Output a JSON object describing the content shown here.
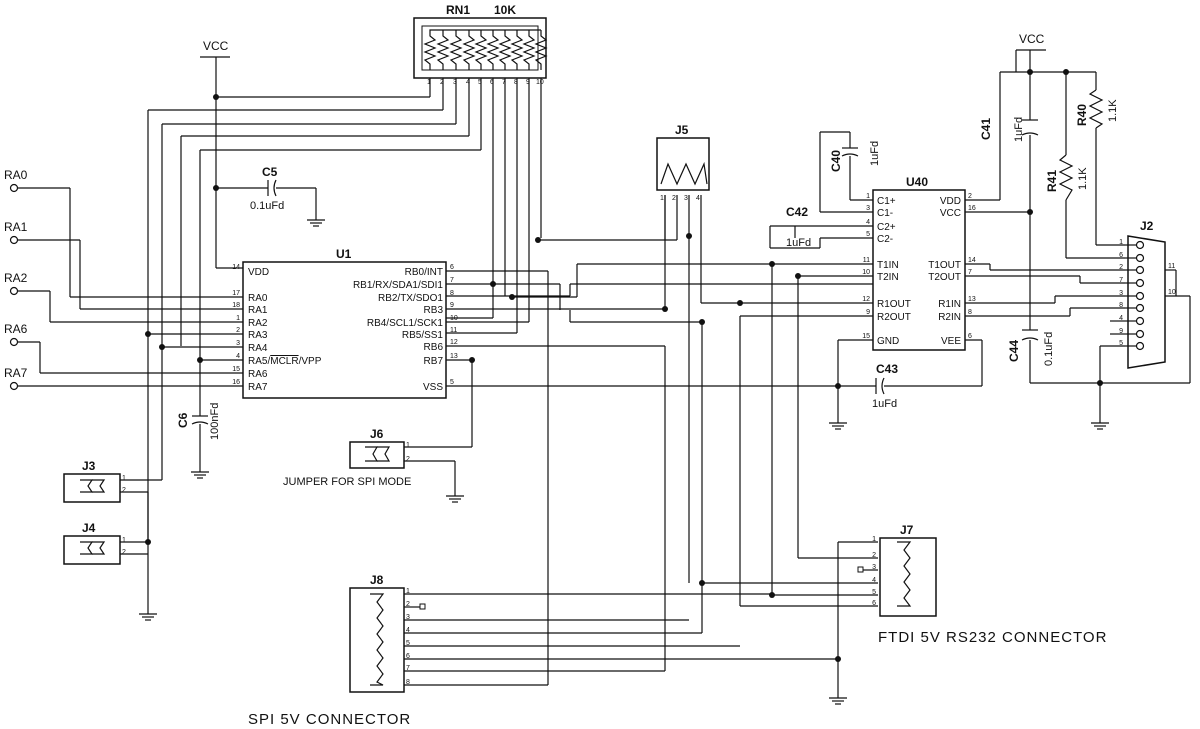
{
  "power": {
    "vcc": "VCC"
  },
  "signals": {
    "ra0": "RA0",
    "ra1": "RA1",
    "ra2": "RA2",
    "ra6": "RA6",
    "ra7": "RA7"
  },
  "rn1": {
    "ref": "RN1",
    "value": "10K",
    "pins": [
      "1",
      "2",
      "3",
      "4",
      "5",
      "6",
      "7",
      "8",
      "9",
      "10"
    ]
  },
  "u1": {
    "ref": "U1",
    "left_pins": [
      {
        "num": "14",
        "label": "VDD"
      },
      {
        "num": "17",
        "label": "RA0"
      },
      {
        "num": "18",
        "label": "RA1"
      },
      {
        "num": "1",
        "label": "RA2"
      },
      {
        "num": "2",
        "label": "RA3"
      },
      {
        "num": "3",
        "label": "RA4"
      },
      {
        "num": "4",
        "label": "RA5/MCLR/VPP"
      },
      {
        "num": "15",
        "label": "RA6"
      },
      {
        "num": "16",
        "label": "RA7"
      }
    ],
    "right_pins": [
      {
        "num": "6",
        "label": "RB0/INT"
      },
      {
        "num": "7",
        "label": "RB1/RX/SDA1/SDI1"
      },
      {
        "num": "8",
        "label": "RB2/TX/SDO1"
      },
      {
        "num": "9",
        "label": "RB3"
      },
      {
        "num": "10",
        "label": "RB4/SCL1/SCK1"
      },
      {
        "num": "11",
        "label": "RB5/SS1"
      },
      {
        "num": "12",
        "label": "RB6"
      },
      {
        "num": "13",
        "label": "RB7"
      },
      {
        "num": "5",
        "label": "VSS"
      }
    ]
  },
  "u40": {
    "ref": "U40",
    "left_pins": [
      {
        "num": "1",
        "label": "C1+"
      },
      {
        "num": "3",
        "label": "C1-"
      },
      {
        "num": "4",
        "label": "C2+"
      },
      {
        "num": "5",
        "label": "C2-"
      },
      {
        "num": "11",
        "label": "T1IN"
      },
      {
        "num": "10",
        "label": "T2IN"
      },
      {
        "num": "12",
        "label": "R1OUT"
      },
      {
        "num": "9",
        "label": "R2OUT"
      },
      {
        "num": "15",
        "label": "GND"
      }
    ],
    "right_pins": [
      {
        "num": "2",
        "label": "VDD"
      },
      {
        "num": "16",
        "label": "VCC"
      },
      {
        "num": "14",
        "label": "T1OUT"
      },
      {
        "num": "7",
        "label": "T2OUT"
      },
      {
        "num": "13",
        "label": "R1IN"
      },
      {
        "num": "8",
        "label": "R2IN"
      },
      {
        "num": "6",
        "label": "VEE"
      }
    ]
  },
  "capacitors": {
    "c5": {
      "ref": "C5",
      "value": "0.1uFd"
    },
    "c6": {
      "ref": "C6",
      "value": "100nFd"
    },
    "c40": {
      "ref": "C40",
      "value": "1uFd"
    },
    "c41": {
      "ref": "C41",
      "value": "1uFd"
    },
    "c42": {
      "ref": "C42",
      "value": "1uFd"
    },
    "c43": {
      "ref": "C43",
      "value": "1uFd"
    },
    "c44": {
      "ref": "C44",
      "value": "0.1uFd"
    }
  },
  "resistors": {
    "r40": {
      "ref": "R40",
      "value": "1.1K"
    },
    "r41": {
      "ref": "R41",
      "value": "1.1K"
    }
  },
  "connectors": {
    "j2": {
      "ref": "J2",
      "pins": [
        "1",
        "6",
        "2",
        "7",
        "3",
        "8",
        "4",
        "9",
        "5"
      ],
      "shell_pins": [
        "11",
        "10"
      ]
    },
    "j3": {
      "ref": "J3",
      "pins": [
        "1",
        "2"
      ]
    },
    "j4": {
      "ref": "J4",
      "pins": [
        "1",
        "2"
      ]
    },
    "j5": {
      "ref": "J5",
      "pins": [
        "1",
        "2",
        "3",
        "4"
      ]
    },
    "j6": {
      "ref": "J6",
      "pins": [
        "1",
        "2"
      ],
      "note": "JUMPER FOR SPI MODE"
    },
    "j7": {
      "ref": "J7",
      "pins": [
        "1",
        "2",
        "3",
        "4",
        "5",
        "6"
      ],
      "caption": "FTDI 5V RS232 CONNECTOR"
    },
    "j8": {
      "ref": "J8",
      "pins": [
        "1",
        "2",
        "3",
        "4",
        "5",
        "6",
        "7",
        "8"
      ],
      "caption": "SPI 5V CONNECTOR"
    }
  }
}
